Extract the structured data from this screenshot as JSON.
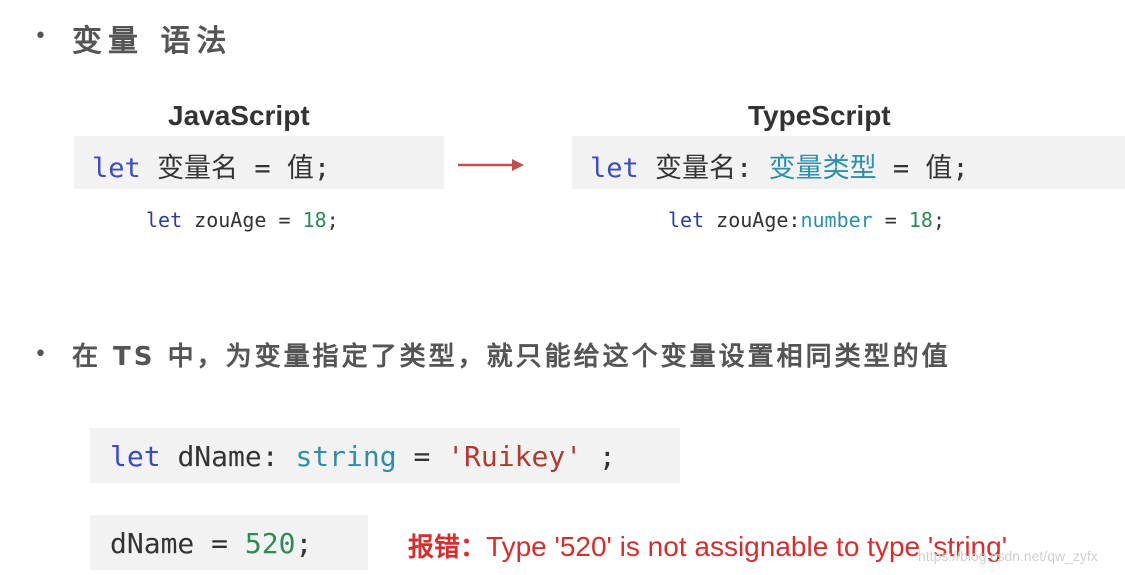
{
  "section1": {
    "bullet": "•",
    "heading": "变量 语法"
  },
  "javascript": {
    "title": "JavaScript",
    "syntax": {
      "keyword": "let",
      "name": "变量名",
      "eq": "=",
      "value": "值",
      "end": ";"
    },
    "example": {
      "keyword": "let",
      "name": "zouAge",
      "eq": "=",
      "value": "18",
      "end": ";"
    }
  },
  "arrow": {
    "color": "#c0504d"
  },
  "typescript": {
    "title": "TypeScript",
    "syntax": {
      "keyword": "let",
      "name": "变量名",
      "colon": ":",
      "type": "变量类型",
      "eq": "=",
      "value": "值",
      "end": ";"
    },
    "example": {
      "keyword": "let",
      "name": "zouAge",
      "colon": ":",
      "type": "number",
      "eq": "=",
      "value": "18",
      "end": ";"
    }
  },
  "section2": {
    "bullet": "•",
    "heading": "在 TS 中，为变量指定了类型，就只能给这个变量设置相同类型的值"
  },
  "code1": {
    "keyword": "let",
    "name": "dName",
    "colon": ":",
    "type": "string",
    "eq": "=",
    "value": "'Ruikey'",
    "end": ";"
  },
  "code2": {
    "name": "dName",
    "eq": "=",
    "value": "520",
    "end": ";"
  },
  "error": {
    "label": "报错：",
    "text": "Type '520' is not assignable to type 'string'"
  },
  "watermark": "https://blog.csdn.net/qw_zyfx"
}
